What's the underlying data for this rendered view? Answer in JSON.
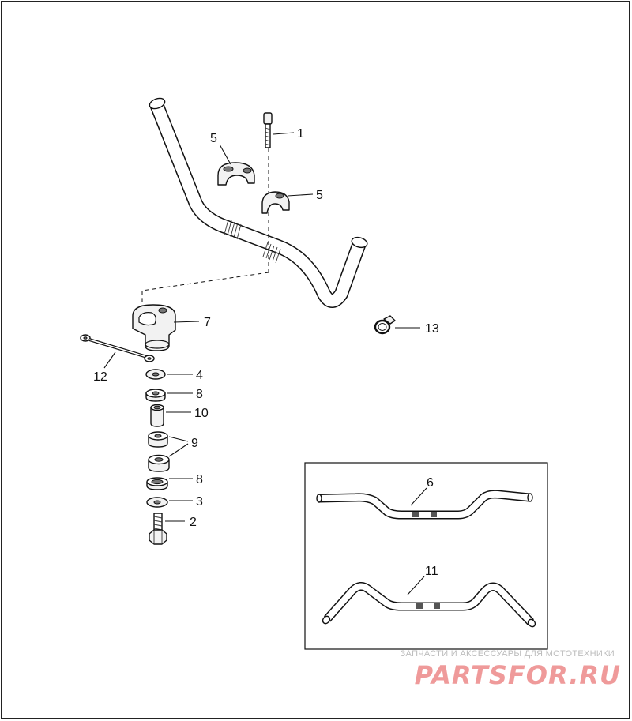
{
  "callouts": {
    "c1": "1",
    "c2": "2",
    "c3": "3",
    "c4": "4",
    "c5a": "5",
    "c5b": "5",
    "c6": "6",
    "c7": "7",
    "c8a": "8",
    "c8b": "8",
    "c9": "9",
    "c10": "10",
    "c11": "11",
    "c12": "12",
    "c13": "13"
  },
  "watermark": {
    "caption": "ЗАПЧАСТИ И АКСЕССУАРЫ ДЛЯ МОТОТЕХНИКИ",
    "logo": "PARTSFOR.RU"
  },
  "colors": {
    "line": "#111111",
    "watermark_logo": "#ef9a9a",
    "watermark_caption": "#bdbdbd"
  }
}
